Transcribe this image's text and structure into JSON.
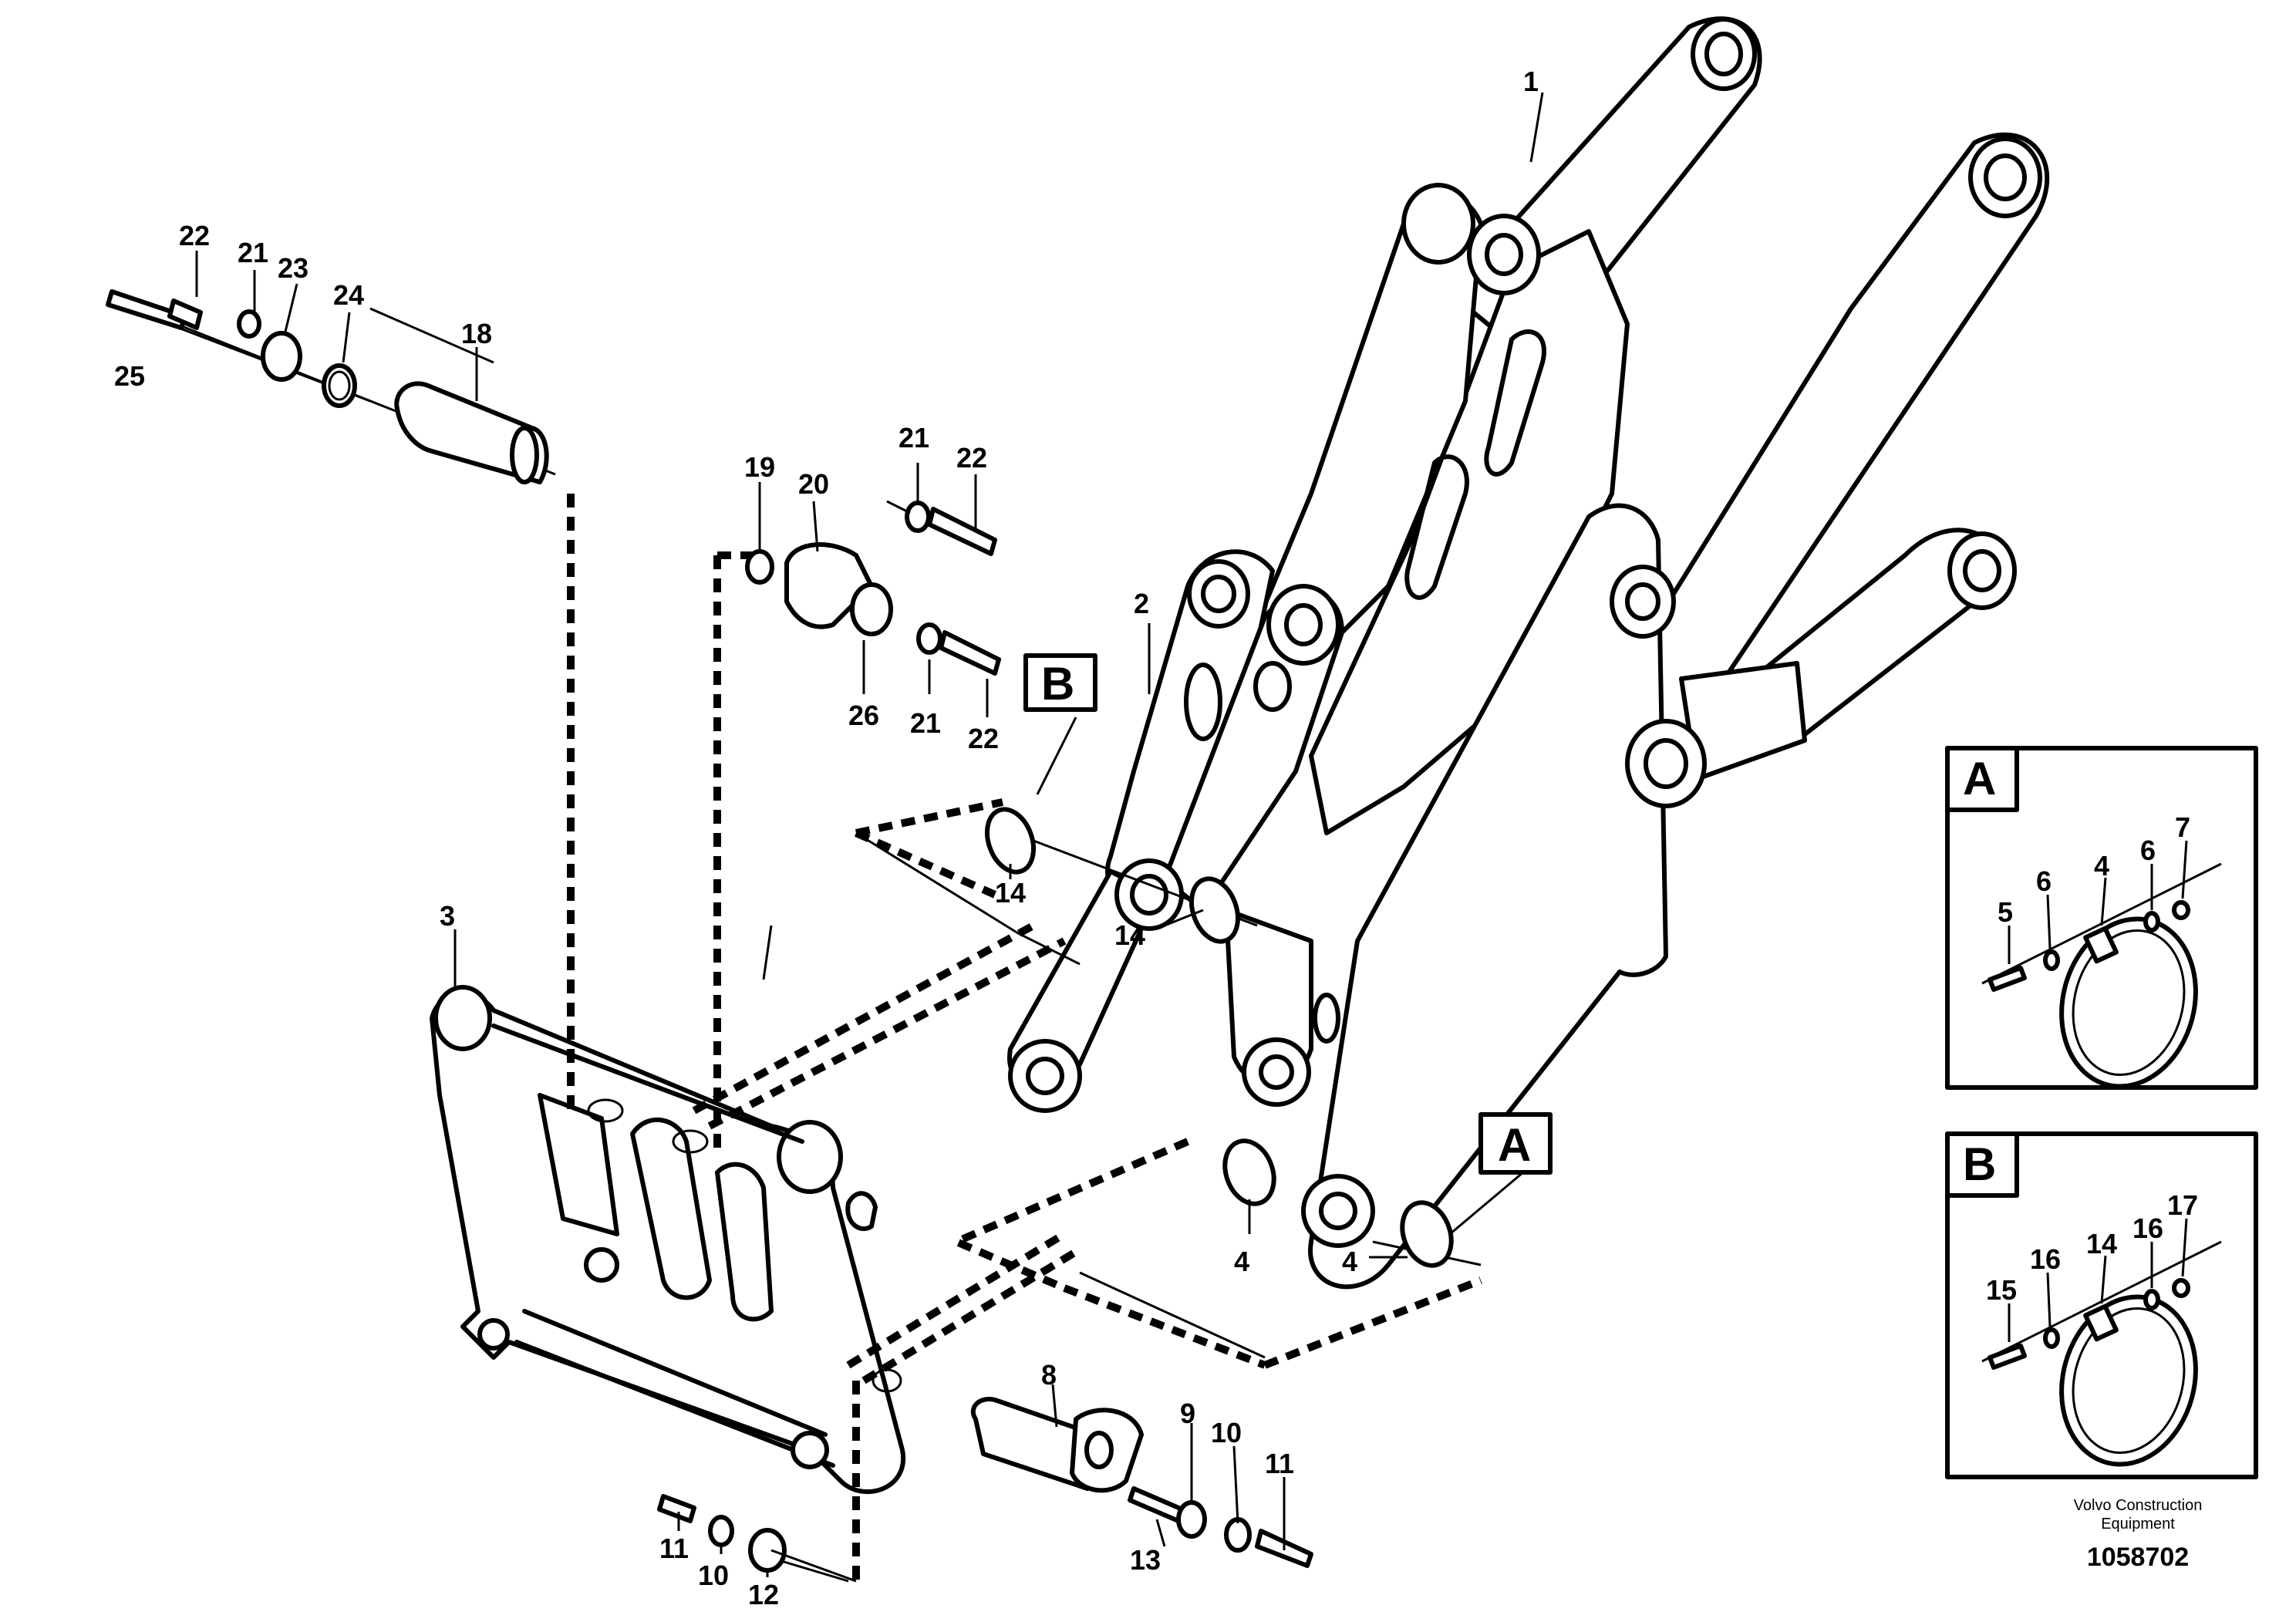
{
  "diagram": {
    "callouts": {
      "c1": "1",
      "c2": "2",
      "c3": "3",
      "c4a": "4",
      "c4b": "4",
      "c8": "8",
      "c9": "9",
      "c10a": "10",
      "c10b": "10",
      "c11a": "11",
      "c11b": "11",
      "c12": "12",
      "c13": "13",
      "c14a": "14",
      "c14b": "14",
      "c18": "18",
      "c19": "19",
      "c20": "20",
      "c21a": "21",
      "c21b": "21",
      "c21c": "21",
      "c22a": "22",
      "c22b": "22",
      "c22c": "22",
      "c23": "23",
      "c24": "24",
      "c25": "25",
      "c26": "26"
    },
    "markers": {
      "a": "A",
      "b": "B"
    },
    "detail_a": {
      "title": "A",
      "labels": [
        "5",
        "6",
        "4",
        "6",
        "7"
      ]
    },
    "detail_b": {
      "title": "B",
      "labels": [
        "15",
        "16",
        "14",
        "16",
        "17"
      ]
    },
    "credit_line1": "Volvo Construction",
    "credit_line2": "Equipment",
    "document_number": "1058702"
  }
}
